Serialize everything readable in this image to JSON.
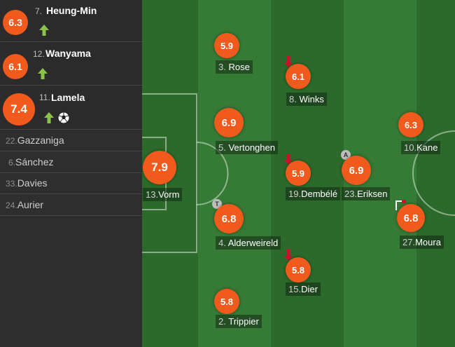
{
  "substitutes": [
    {
      "rating": "6.3",
      "num": "7.",
      "name": "Heung-Min",
      "icons": [
        "sub-in-arrow"
      ]
    },
    {
      "rating": "6.1",
      "num": "12.",
      "name": "Wanyama",
      "icons": [
        "sub-in-arrow"
      ]
    },
    {
      "rating": "7.4",
      "num": "11.",
      "name": "Lamela",
      "icons": [
        "sub-in-arrow",
        "goal-ball"
      ]
    }
  ],
  "bench": [
    {
      "num": "22.",
      "name": "Gazzaniga"
    },
    {
      "num": "6.",
      "name": "Sánchez"
    },
    {
      "num": "33.",
      "name": "Davies"
    },
    {
      "num": "24.",
      "name": "Aurier"
    }
  ],
  "players": [
    {
      "rating": "7.9",
      "num": "13.",
      "name": "Vorm"
    },
    {
      "rating": "5.9",
      "num": "3.",
      "name": "Rose"
    },
    {
      "rating": "6.9",
      "num": "5.",
      "name": "Vertonghen"
    },
    {
      "rating": "6.8",
      "num": "4.",
      "name": "Alderweireld",
      "badge": "T"
    },
    {
      "rating": "5.8",
      "num": "2.",
      "name": "Trippier"
    },
    {
      "rating": "6.1",
      "num": "8.",
      "name": "Winks",
      "subbed_off": true
    },
    {
      "rating": "5.9",
      "num": "19.",
      "name": "Dembélé",
      "subbed_off": true
    },
    {
      "rating": "5.8",
      "num": "15.",
      "name": "Dier",
      "subbed_off": true
    },
    {
      "rating": "6.9",
      "num": "23.",
      "name": "Eriksen",
      "badge": "A"
    },
    {
      "rating": "6.3",
      "num": "10.",
      "name": "Kane"
    },
    {
      "rating": "6.8",
      "num": "27.",
      "name": "Moura",
      "card": "red-corner-flag"
    }
  ],
  "colors": {
    "rating_bg": "#f05a1d",
    "sub_in_arrow": "#8bc34a",
    "sub_off_arrow": "#d0102b",
    "pitch_dark": "#2b6a2b",
    "pitch_light": "#357a35"
  }
}
